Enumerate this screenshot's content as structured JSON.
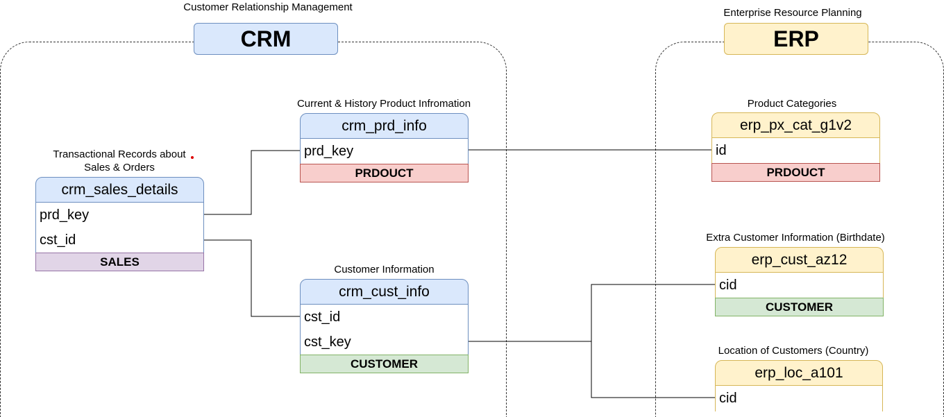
{
  "crm": {
    "caption": "Customer Relationship Management",
    "title": "CRM",
    "tables": {
      "sales_details": {
        "caption_line1": "Transactional Records about",
        "caption_line2": "Sales & Orders",
        "name": "crm_sales_details",
        "fields": [
          "prd_key",
          "cst_id"
        ],
        "tag": "SALES"
      },
      "prd_info": {
        "caption": "Current & History Product Infromation",
        "name": "crm_prd_info",
        "fields": [
          "prd_key"
        ],
        "tag": "PRDOUCT"
      },
      "cust_info": {
        "caption": "Customer Information",
        "name": "crm_cust_info",
        "fields": [
          "cst_id",
          "cst_key"
        ],
        "tag": "CUSTOMER"
      }
    }
  },
  "erp": {
    "caption": "Enterprise Resource Planning",
    "title": "ERP",
    "tables": {
      "px_cat": {
        "caption": "Product Categories",
        "name": "erp_px_cat_g1v2",
        "fields": [
          "id"
        ],
        "tag": "PRDOUCT"
      },
      "cust_az12": {
        "caption": "Extra Customer Information (Birthdate)",
        "name": "erp_cust_az12",
        "fields": [
          "cid"
        ],
        "tag": "CUSTOMER"
      },
      "loc_a101": {
        "caption": "Location of Customers (Country)",
        "name": "erp_loc_a101",
        "fields": [
          "cid"
        ]
      }
    }
  },
  "colors": {
    "blue_fill": "#dae8fc",
    "blue_stroke": "#6c8ebf",
    "yellow_fill": "#fff2cc",
    "yellow_stroke": "#d6b656",
    "red_fill": "#f8cecc",
    "green_fill": "#d5e8d4",
    "purple_fill": "#e1d5e7"
  }
}
